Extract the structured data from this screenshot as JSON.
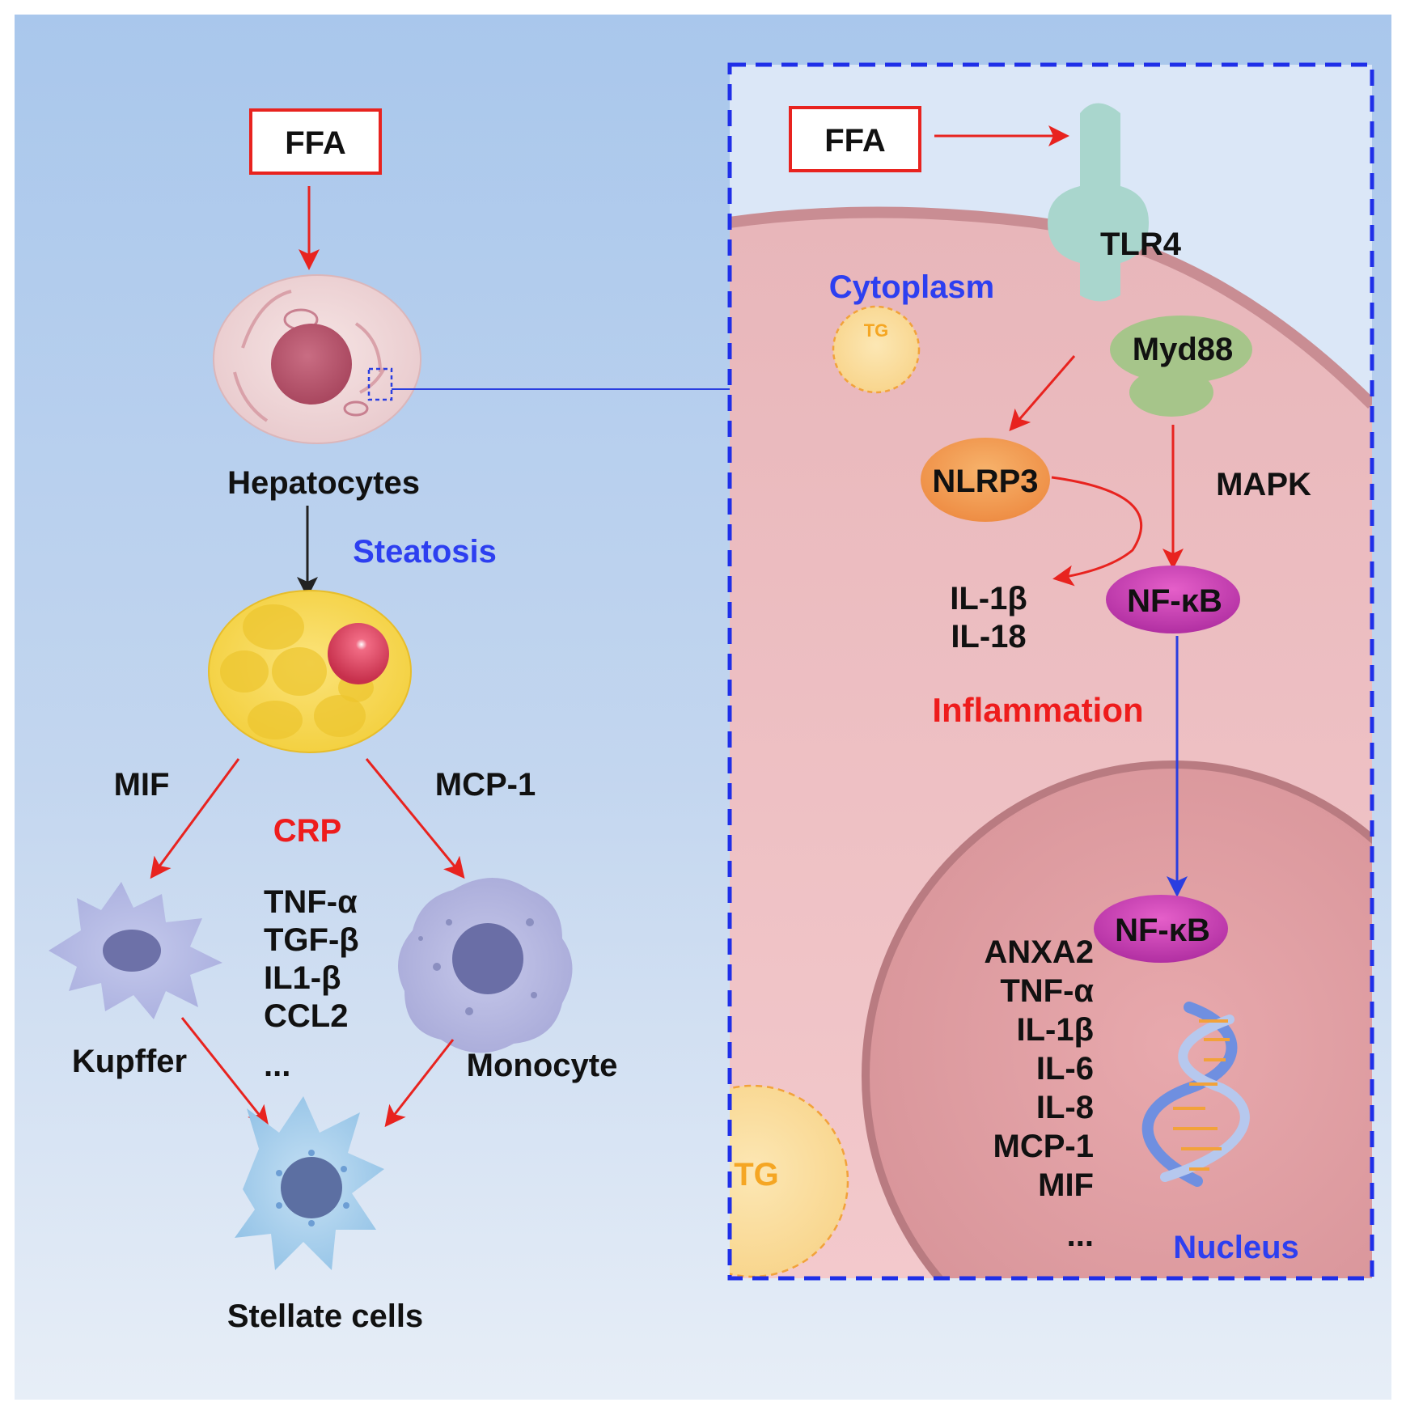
{
  "left_panel": {
    "ffa_label": "FFA",
    "hepatocytes_label": "Hepatocytes",
    "steatosis_label": "Steatosis",
    "mif_label": "MIF",
    "mcp1_label": "MCP-1",
    "crp_label": "CRP",
    "cytokines": [
      "TNF-α",
      "TGF-β",
      "IL1-β",
      "CCL2"
    ],
    "ellipsis": "...",
    "kupffer_label": "Kupffer",
    "monocyte_label": "Monocyte",
    "stellate_label": "Stellate cells"
  },
  "right_panel": {
    "ffa_label": "FFA",
    "tlr4_label": "TLR4",
    "cytoplasm_label": "Cytoplasm",
    "tg_label": "TG",
    "myd88_label": "Myd88",
    "nlrp3_label": "NLRP3",
    "mapk_label": "MAPK",
    "il1b_label": "IL-1β",
    "il18_label": "IL-18",
    "nfkb_label": "NF-κB",
    "inflammation_label": "Inflammation",
    "nfkb_nucleus_label": "NF-κB",
    "genes": [
      "ANXA2",
      "TNF-α",
      "IL-1β",
      "IL-6",
      "IL-8",
      "MCP-1",
      "MIF"
    ],
    "ellipsis": "...",
    "tg_large_label": "TG",
    "nucleus_label": "Nucleus"
  },
  "colors": {
    "red_arrow": "#e8231f",
    "blue_arrow": "#2a3ee0",
    "blue_text": "#2d3ff0",
    "red_text": "#ee1c1c",
    "dashed_border": "#1f2fe8",
    "tg_text": "#f5a623",
    "background_top": "#a9c7ec",
    "background_bottom": "#e6eef7"
  }
}
